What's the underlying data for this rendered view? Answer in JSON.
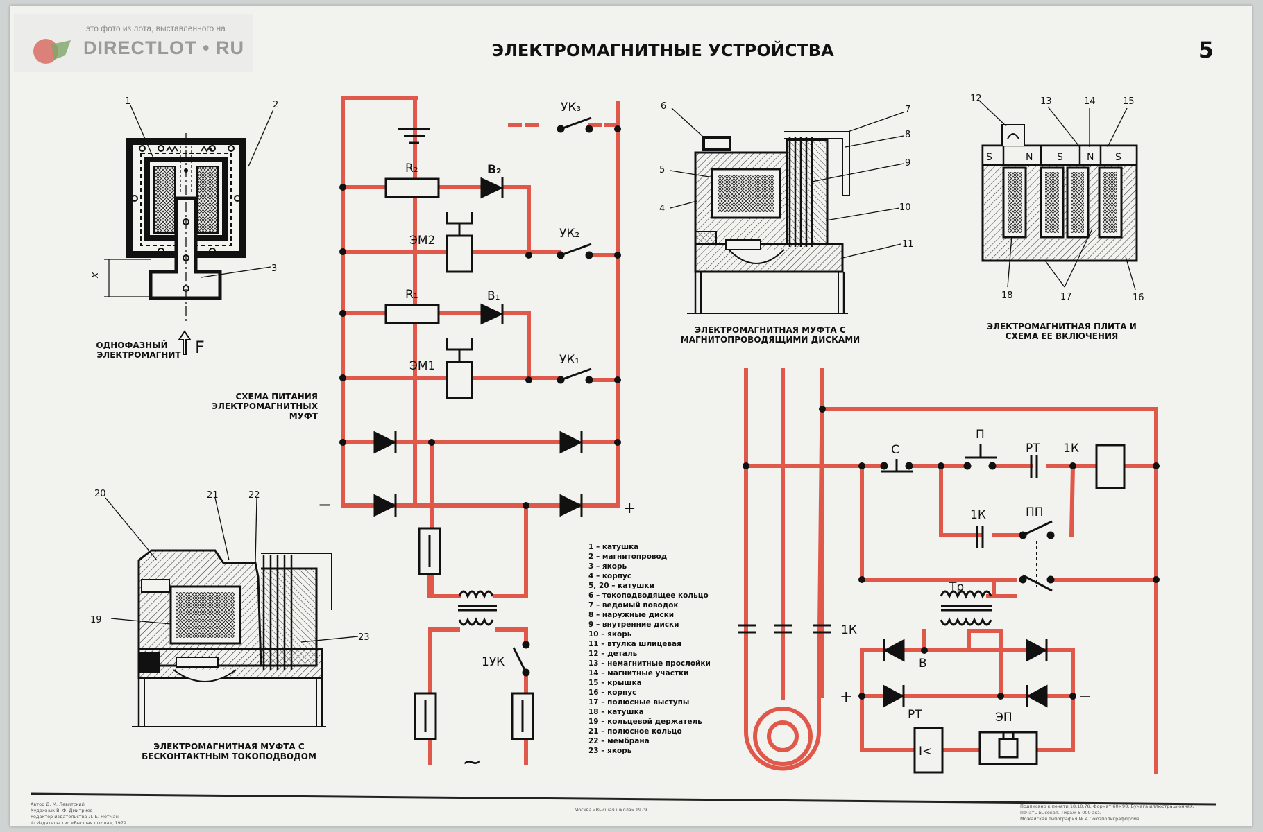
{
  "title": "ЭЛЕКТРОМАГНИТНЫЕ УСТРОЙСТВА",
  "page_number": "5",
  "watermark": {
    "top": "это фото из лота, выставленного на",
    "brand": "DIRECTLOT • RU"
  },
  "captions": {
    "single_phase": [
      "ОДНОФАЗНЫЙ",
      "ЭЛЕКТРОМАГНИТ"
    ],
    "force": "F",
    "scheme": [
      "СХЕМА ПИТАНИЯ",
      "ЭЛЕКТРОМАГНИТНЫХ",
      "МУФТ"
    ],
    "clutch_discs": [
      "ЭЛЕКТРОМАГНИТНАЯ МУФТА С",
      "МАГНИТОПРОВОДЯЩИМИ ДИСКАМИ"
    ],
    "plate": [
      "ЭЛЕКТРОМАГНИТНАЯ ПЛИТА И",
      "СХЕМА ЕЕ ВКЛЮЧЕНИЯ"
    ],
    "contactless": [
      "ЭЛЕКТРОМАГНИТНАЯ МУФТА С",
      "БЕСКОНТАКТНЫМ ТОКОПОДВОДОМ"
    ]
  },
  "numbers": {
    "n1": "1",
    "n2": "2",
    "n3": "3",
    "n4": "4",
    "n5": "5",
    "n6": "6",
    "n7": "7",
    "n8": "8",
    "n9": "9",
    "n10": "10",
    "n11": "11",
    "n12": "12",
    "n13": "13",
    "n14": "14",
    "n15": "15",
    "n16": "16",
    "n17": "17",
    "n18": "18",
    "n19": "19",
    "n20": "20",
    "n21": "21",
    "n22": "22",
    "n23": "23",
    "x": "x"
  },
  "poles": {
    "s": "S",
    "n": "N"
  },
  "scheme_labels": {
    "uk3": "УК₃",
    "r2": "R₂",
    "b2": "B₂",
    "em2": "ЭМ2",
    "uk2": "УК₂",
    "r1": "R₁",
    "b1": "B₁",
    "em1": "ЭМ1",
    "uk1": "УК₁",
    "minus": "−",
    "plus": "+",
    "uk": "1УК",
    "ac": "~"
  },
  "motor_labels": {
    "c": "С",
    "p": "П",
    "rt": "РТ",
    "k1": "1К",
    "k1b": "1К",
    "pp": "ПП",
    "tr": "Тр",
    "k1c": "1К",
    "b": "В",
    "plus": "+",
    "minus": "−",
    "rt2": "РТ",
    "ep": "ЭП",
    "relay": "I<"
  },
  "legend": [
    "1 – катушка",
    "2 – магнитопровод",
    "3 – якорь",
    "4 – корпус",
    "5, 20 – катушки",
    "6 – токоподводящее кольцо",
    "7 – ведомый поводок",
    "8 – наружные диски",
    "9 – внутренние диски",
    "10 – якорь",
    "11 – втулка шлицевая",
    "12 – деталь",
    "13 – немагнитные прослойки",
    "14 – магнитные участки",
    "15 – крышка",
    "16 – корпус",
    "17 – полюсные выступы",
    "18 – катушка",
    "19 – кольцевой держатель",
    "21 – полюсное кольцо",
    "22 – мембрана",
    "23 – якорь"
  ],
  "footer": {
    "left": [
      "Автор Д. М. Левитский",
      "Художник В. Ф. Дмитриев",
      "Редактор издательства Л. Б. Нотман",
      "© Издательство «Высшая школа», 1979"
    ],
    "center": "Москва «Высшая школа» 1979",
    "right": [
      "Подписано к печати 18.10.78. Формат 60×90. Бумага иллюстрационная.",
      "Печать высокая. Тираж 5 000 экз.",
      "Можайская типография № 4 Союзполиграфпрома"
    ]
  },
  "colors": {
    "wire": "#e0584a",
    "ink": "#161616",
    "paper": "#f2f2ef"
  }
}
